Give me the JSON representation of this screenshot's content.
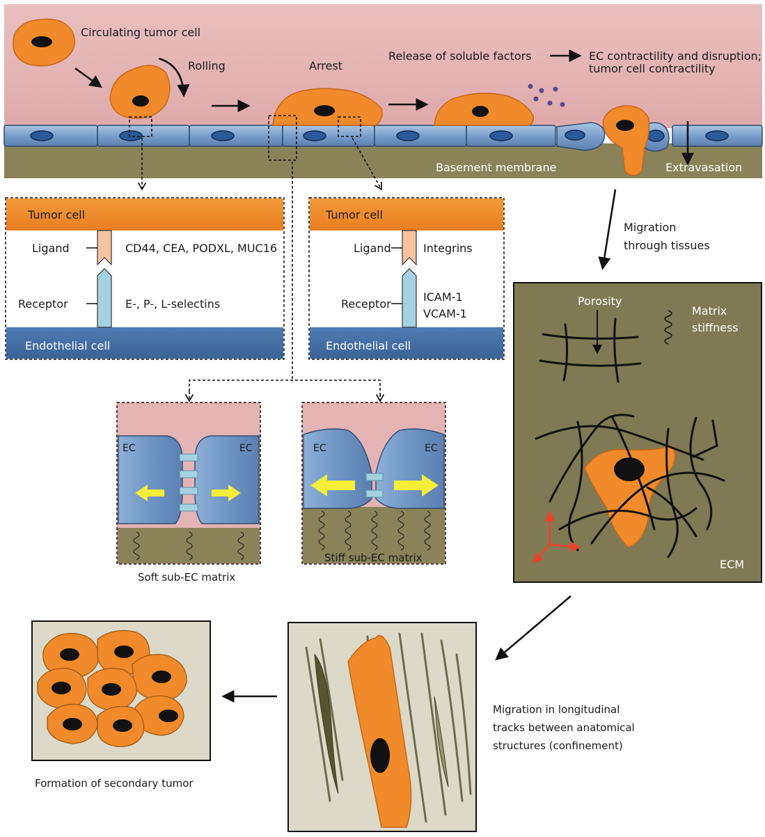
{
  "vessel": {
    "circulating_tumor_cell": "Circulating tumor cell",
    "rolling": "Rolling",
    "arrest": "Arrest",
    "release": "Release of soluble factors",
    "ec_line1": "EC contractility and disruption;",
    "ec_line2": "tumor cell contractility",
    "basement_membrane": "Basement membrane",
    "extravasation": "Extravasation"
  },
  "rolling_panel": {
    "tumor_cell": "Tumor cell",
    "ligand": "Ligand",
    "ligand_names": "CD44, CEA, PODXL, MUC16",
    "receptor": "Receptor",
    "receptor_names": "E-, P-, L-selectins",
    "endothelial_cell": "Endothelial cell"
  },
  "arrest_panel": {
    "tumor_cell": "Tumor cell",
    "ligand": "Ligand",
    "ligand_names": "Integrins",
    "receptor": "Receptor",
    "receptor_name_1": "ICAM-1",
    "receptor_name_2": "VCAM-1",
    "endothelial_cell": "Endothelial cell"
  },
  "soft_panel": {
    "ec_left": "EC",
    "ec_right": "EC",
    "caption": "Soft sub-EC matrix"
  },
  "stiff_panel": {
    "ec_left": "EC",
    "ec_right": "EC",
    "caption": "Stiff sub-EC matrix"
  },
  "migration": {
    "line1": "Migration",
    "line2": "through tissues",
    "porosity": "Porosity",
    "matrix_line1": "Matrix",
    "matrix_line2": "stiffness",
    "ecm": "ECM"
  },
  "confinement": {
    "line1": "Migration in longitudinal",
    "line2": "tracks between anatomical",
    "line3": "structures (confinement)"
  },
  "secondary": {
    "caption": "Formation of secondary tumor"
  },
  "colors": {
    "blood": "#e4b4b5",
    "tumor": "#f08a2a",
    "endothelium": "#7a9fcc",
    "basement": "#8a835a",
    "ecm": "#7f7a54",
    "ligand": "#f4c3a0",
    "receptor": "#a4d2e0",
    "arrow_yellow": "#f4ee3a",
    "arrow_red": "#e8452b",
    "track_panel": "#dcd9c8"
  }
}
